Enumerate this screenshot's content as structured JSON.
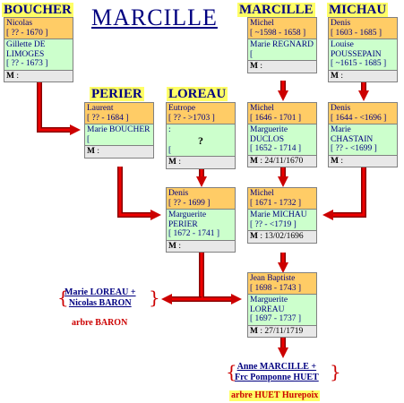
{
  "title": "MARCILLE",
  "families": {
    "boucher": "BOUCHER",
    "marcille": "MARCILLE",
    "michau": "MICHAU",
    "perier": "PERIER",
    "loreau": "LOREAU"
  },
  "cards": {
    "c1": {
      "husband": "Nicolas",
      "husband_dates": "[ ?? - 1670 ]",
      "wife": "Gillette DE LIMOGES",
      "wife_dates": "[ ?? - 1673 ]",
      "marriage_label": "M",
      "marriage": " :"
    },
    "c2": {
      "husband": "Michel",
      "husband_dates": "[ ~1598 - 1658 ]",
      "wife": "Marie REGNARD",
      "wife_dates": "[",
      "marriage_label": "M",
      "marriage": " :"
    },
    "c3": {
      "husband": "Denis",
      "husband_dates": "[ 1603 - 1685 ]",
      "wife": "Louise POUSSEPAIN",
      "wife_dates": "[ ~1615 - 1685 ]",
      "marriage_label": "M",
      "marriage": " :"
    },
    "c4": {
      "husband": "Laurent",
      "husband_dates": "[ ?? - 1684 ]",
      "wife": "Marie BOUCHER",
      "wife_dates": "[",
      "marriage_label": "M",
      "marriage": " :"
    },
    "c5": {
      "husband": "Eutrope",
      "husband_dates": "[ ?? - >1703 ]",
      "wife": ":",
      "wife_unknown": "?",
      "wife_dates": "[",
      "marriage_label": "M",
      "marriage": " :"
    },
    "c6": {
      "husband": "Michel",
      "husband_dates": "[ 1646 - 1701 ]",
      "wife": "Marguerite DUCLOS",
      "wife_dates": "[ 1652 - 1714 ]",
      "marriage_label": "M",
      "marriage": " : 24/11/1670"
    },
    "c7": {
      "husband": "Denis",
      "husband_dates": "[ 1644 - <1696 ]",
      "wife": "Marie CHASTAIN",
      "wife_dates": "[ ?? - <1699 ]",
      "marriage_label": "M",
      "marriage": " :"
    },
    "c8": {
      "husband": "Denis",
      "husband_dates": "[ ?? - 1699 ]",
      "wife": "Marguerite PERIER",
      "wife_dates": "[ 1672 - 1741 ]",
      "marriage_label": "M",
      "marriage": " :"
    },
    "c9": {
      "husband": "Michel",
      "husband_dates": "[ 1671 - 1732 ]",
      "wife": "Marie MICHAU",
      "wife_dates": "[ ?? - <1719 ]",
      "marriage_label": "M",
      "marriage": " : 13/02/1696"
    },
    "c10": {
      "husband": "Jean Baptiste",
      "husband_dates": "[ 1698 - 1743 ]",
      "wife": "Marguerite LOREAU",
      "wife_dates": "[ 1697 - 1737 ]",
      "marriage_label": "M",
      "marriage": " : 27/11/1719"
    }
  },
  "links": {
    "left_line1": "Marie LOREAU +",
    "left_line2": "Nicolas BARON",
    "left_tree": "arbre BARON",
    "bottom_line1": "Anne MARCILLE +",
    "bottom_line2": "Frc Pomponne HUET",
    "bottom_tree": "arbre HUET Hurepoix",
    "brace_open": "{",
    "brace_close": "}"
  }
}
